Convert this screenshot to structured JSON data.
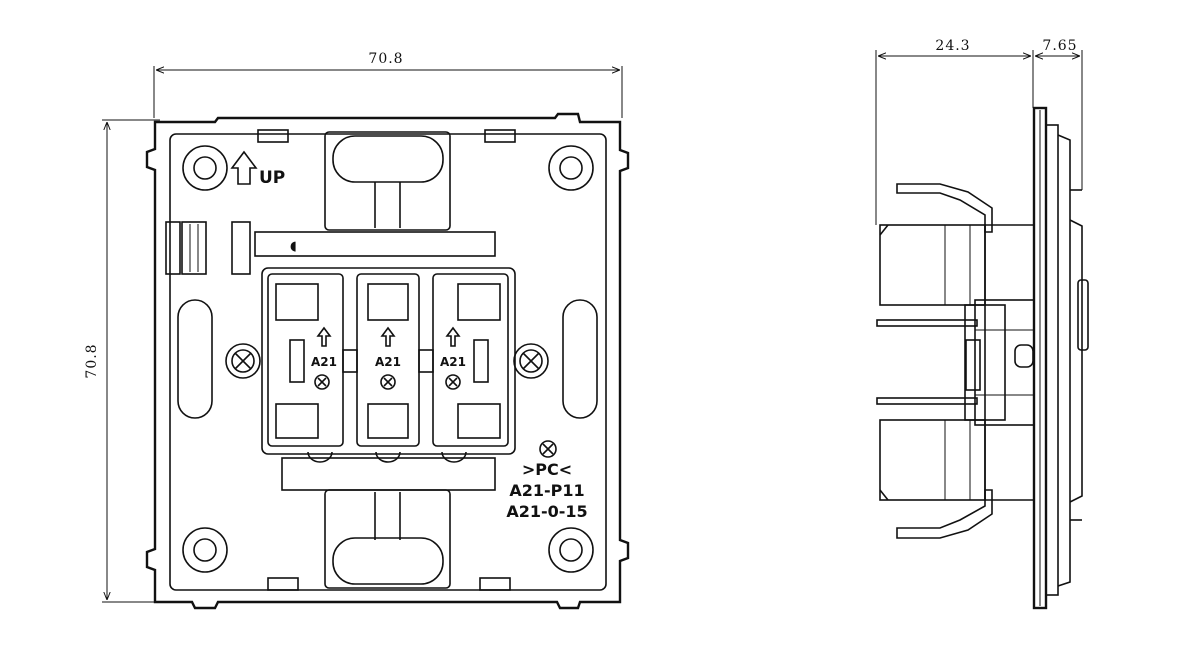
{
  "front_view": {
    "dims": {
      "width": "70.8",
      "height": "70.8"
    },
    "up_marker": "UP",
    "module_label": "A21",
    "material": ">PC<",
    "part_number": "A21-P11",
    "part_code": "A21-0-15"
  },
  "side_view": {
    "dims": {
      "depth": "24.3",
      "flange": "7.65"
    }
  }
}
